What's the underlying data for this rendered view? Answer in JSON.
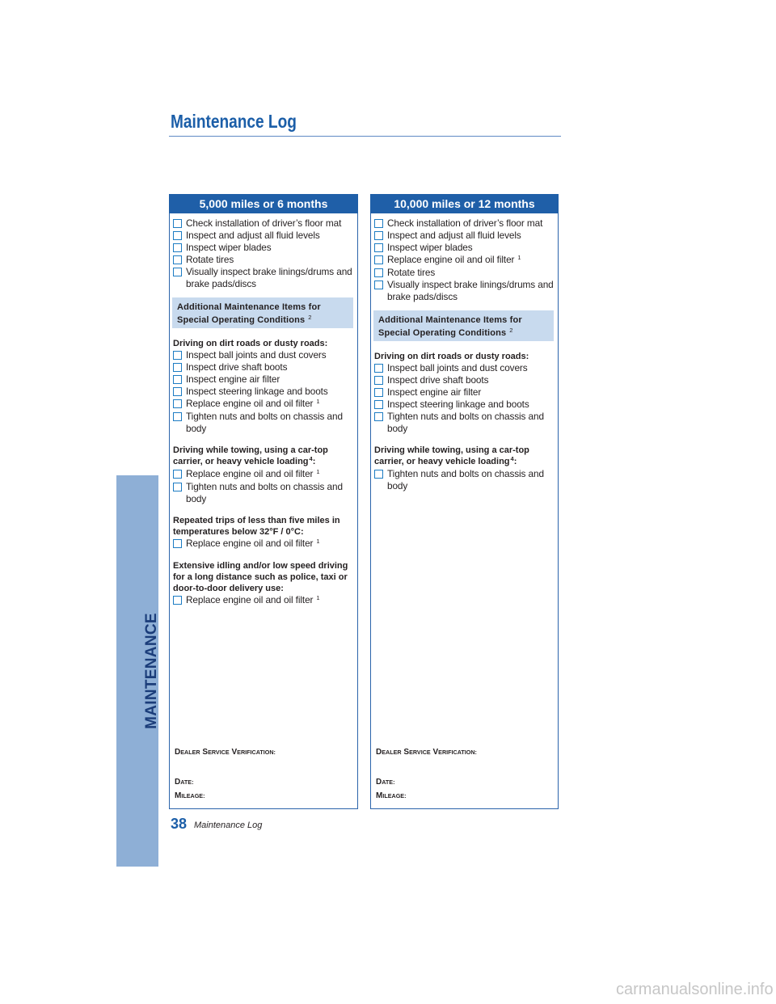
{
  "document": {
    "title": "Maintenance Log",
    "side_tab": "MAINTENANCE",
    "page_number": "38",
    "footer_label": "Maintenance Log",
    "watermark": "carmanualsonline.info"
  },
  "colors": {
    "brand_blue": "#1b5ea8",
    "header_bar": "#1f5fa8",
    "checkbox": "#1d7cc3",
    "shaded_panel": "#c8daee",
    "side_tab": "#8eafd6",
    "side_tab_text": "#1b3d7a",
    "text": "#231f20",
    "box_border": "#2b64ab",
    "watermark": "#c6c6c6"
  },
  "columns": [
    {
      "header": "5,000 miles or 6 months",
      "items": [
        {
          "text": "Check installation of driver’s floor mat"
        },
        {
          "text": "Inspect and adjust all fluid levels"
        },
        {
          "text": "Inspect wiper blades"
        },
        {
          "text": "Rotate tires"
        },
        {
          "text": "Visually inspect brake linings/drums and brake pads/discs"
        }
      ],
      "special": {
        "line1": "Additional Maintenance Items for",
        "line2": "Special Operating Conditions",
        "note": "2"
      },
      "conditions": [
        {
          "heading": "Driving on dirt roads or dusty roads:",
          "items": [
            {
              "text": "Inspect ball joints and dust covers"
            },
            {
              "text": "Inspect drive shaft boots"
            },
            {
              "text": "Inspect engine air filter"
            },
            {
              "text": "Inspect steering linkage and boots"
            },
            {
              "text": "Replace engine oil and oil filter",
              "note": "1"
            },
            {
              "text": "Tighten nuts and bolts on chassis and body"
            }
          ]
        },
        {
          "heading": "Driving while towing, using a car-top carrier, or heavy vehicle loading",
          "heading_note": "4",
          "heading_suffix": ":",
          "items": [
            {
              "text": "Replace engine oil and oil filter",
              "note": "1"
            },
            {
              "text": "Tighten nuts and bolts on chassis and body"
            }
          ]
        },
        {
          "heading": "Repeated trips of less than five miles in temperatures below 32°F / 0°C:",
          "items": [
            {
              "text": "Replace engine oil and oil filter",
              "note": "1"
            }
          ]
        },
        {
          "heading": "Extensive idling and/or low speed driving for a long distance such as police, taxi or door-to-door delivery use:",
          "items": [
            {
              "text": "Replace engine oil and oil filter",
              "note": "1"
            }
          ]
        }
      ],
      "verification": {
        "dealer": "DEALER SERVICE VERIFICATION:",
        "date": "DATE:",
        "mileage": "MILEAGE:"
      }
    },
    {
      "header": "10,000 miles or 12 months",
      "items": [
        {
          "text": "Check installation of driver’s floor mat"
        },
        {
          "text": "Inspect and adjust all fluid levels"
        },
        {
          "text": "Inspect wiper blades"
        },
        {
          "text": "Replace engine oil and oil filter",
          "note": "1"
        },
        {
          "text": "Rotate tires"
        },
        {
          "text": "Visually inspect brake linings/drums and brake pads/discs"
        }
      ],
      "special": {
        "line1": "Additional Maintenance Items for",
        "line2": "Special Operating Conditions",
        "note": "2"
      },
      "conditions": [
        {
          "heading": "Driving on dirt roads or dusty roads:",
          "items": [
            {
              "text": "Inspect ball joints and dust covers"
            },
            {
              "text": "Inspect drive shaft boots"
            },
            {
              "text": "Inspect engine air filter"
            },
            {
              "text": "Inspect steering linkage and boots"
            },
            {
              "text": "Tighten nuts and bolts on chassis and body"
            }
          ]
        },
        {
          "heading": "Driving while towing, using a car-top carrier, or heavy vehicle loading",
          "heading_note": "4",
          "heading_suffix": ":",
          "items": [
            {
              "text": "Tighten nuts and bolts on chassis and body"
            }
          ]
        }
      ],
      "verification": {
        "dealer": "DEALER SERVICE VERIFICATION:",
        "date": "DATE:",
        "mileage": "MILEAGE:"
      }
    }
  ]
}
